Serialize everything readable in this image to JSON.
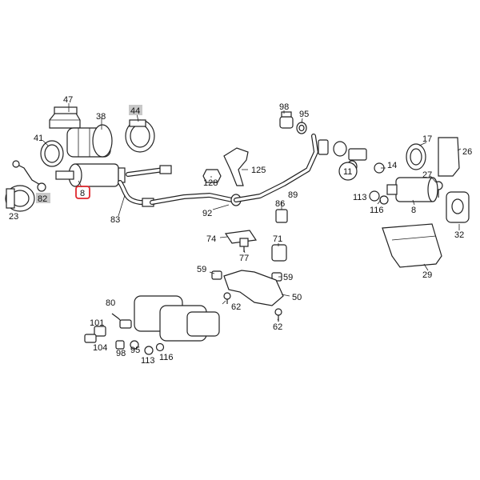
{
  "labels": {
    "l47": "47",
    "l38": "38",
    "l44": "44",
    "l41": "41",
    "l82": "82",
    "l23": "23",
    "l8a": "8",
    "l83": "83",
    "l128": "128",
    "l125": "125",
    "l92": "92",
    "l98a": "98",
    "l95a": "95",
    "l89": "89",
    "l86": "86",
    "l11": "11",
    "l14": "14",
    "l17": "17",
    "l26": "26",
    "l27": "27",
    "l113a": "113",
    "l116a": "116",
    "l8b": "8",
    "l32": "32",
    "l29": "29",
    "l74": "74",
    "l77": "77",
    "l71": "71",
    "l59a": "59",
    "l59b": "59",
    "l50": "50",
    "l62a": "62",
    "l62b": "62",
    "l80": "80",
    "l101": "101",
    "l104": "104",
    "l98b": "98",
    "l95b": "95",
    "l113b": "113",
    "l116b": "116"
  },
  "colors": {
    "highlight": "#e0282e",
    "grey_tag": "#c8c8c8",
    "ink": "#222222"
  },
  "highlighted_part": "8"
}
